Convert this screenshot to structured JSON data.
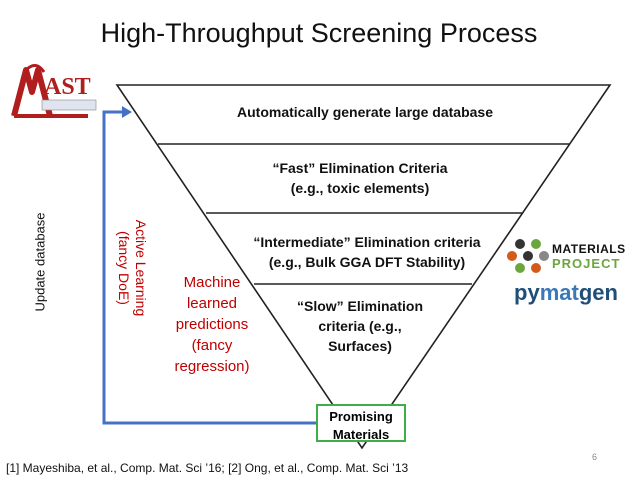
{
  "title": "High-Throughput Screening Process",
  "stages": [
    {
      "text": "Automatically generate large database"
    },
    {
      "line1": "“Fast” Elimination Criteria",
      "line2": "(e.g., toxic elements)"
    },
    {
      "line1": "“Intermediate” Elimination criteria",
      "line2": "(e.g., Bulk GGA DFT Stability)"
    },
    {
      "line1": "“Slow” Elimination",
      "line2": "criteria (e.g.,",
      "line3": "Surfaces)"
    }
  ],
  "result": {
    "line1": "Promising",
    "line2": "Materials"
  },
  "side_labels": {
    "update": "Update database",
    "active_line1": "Active Learning",
    "active_line2": "(fancy DoE)",
    "ml_lines": [
      "Machine",
      "learned",
      "predictions",
      "(fancy",
      "regression)"
    ]
  },
  "logos": {
    "mast": "AST",
    "mp_materials": "MATERIALS",
    "mp_project": "PROJECT",
    "pymatgen_a": "py",
    "pymatgen_b": "mat",
    "pymatgen_c": "gen"
  },
  "references": "[1] Mayeshiba, et al., Comp. Mat. Sci ’16; [2] Ong, et al., Comp. Mat. Sci ’13",
  "page_number": "6",
  "colors": {
    "arrow": "#4472c4",
    "highlight_red": "#c00000",
    "result_border": "#3fae49"
  }
}
